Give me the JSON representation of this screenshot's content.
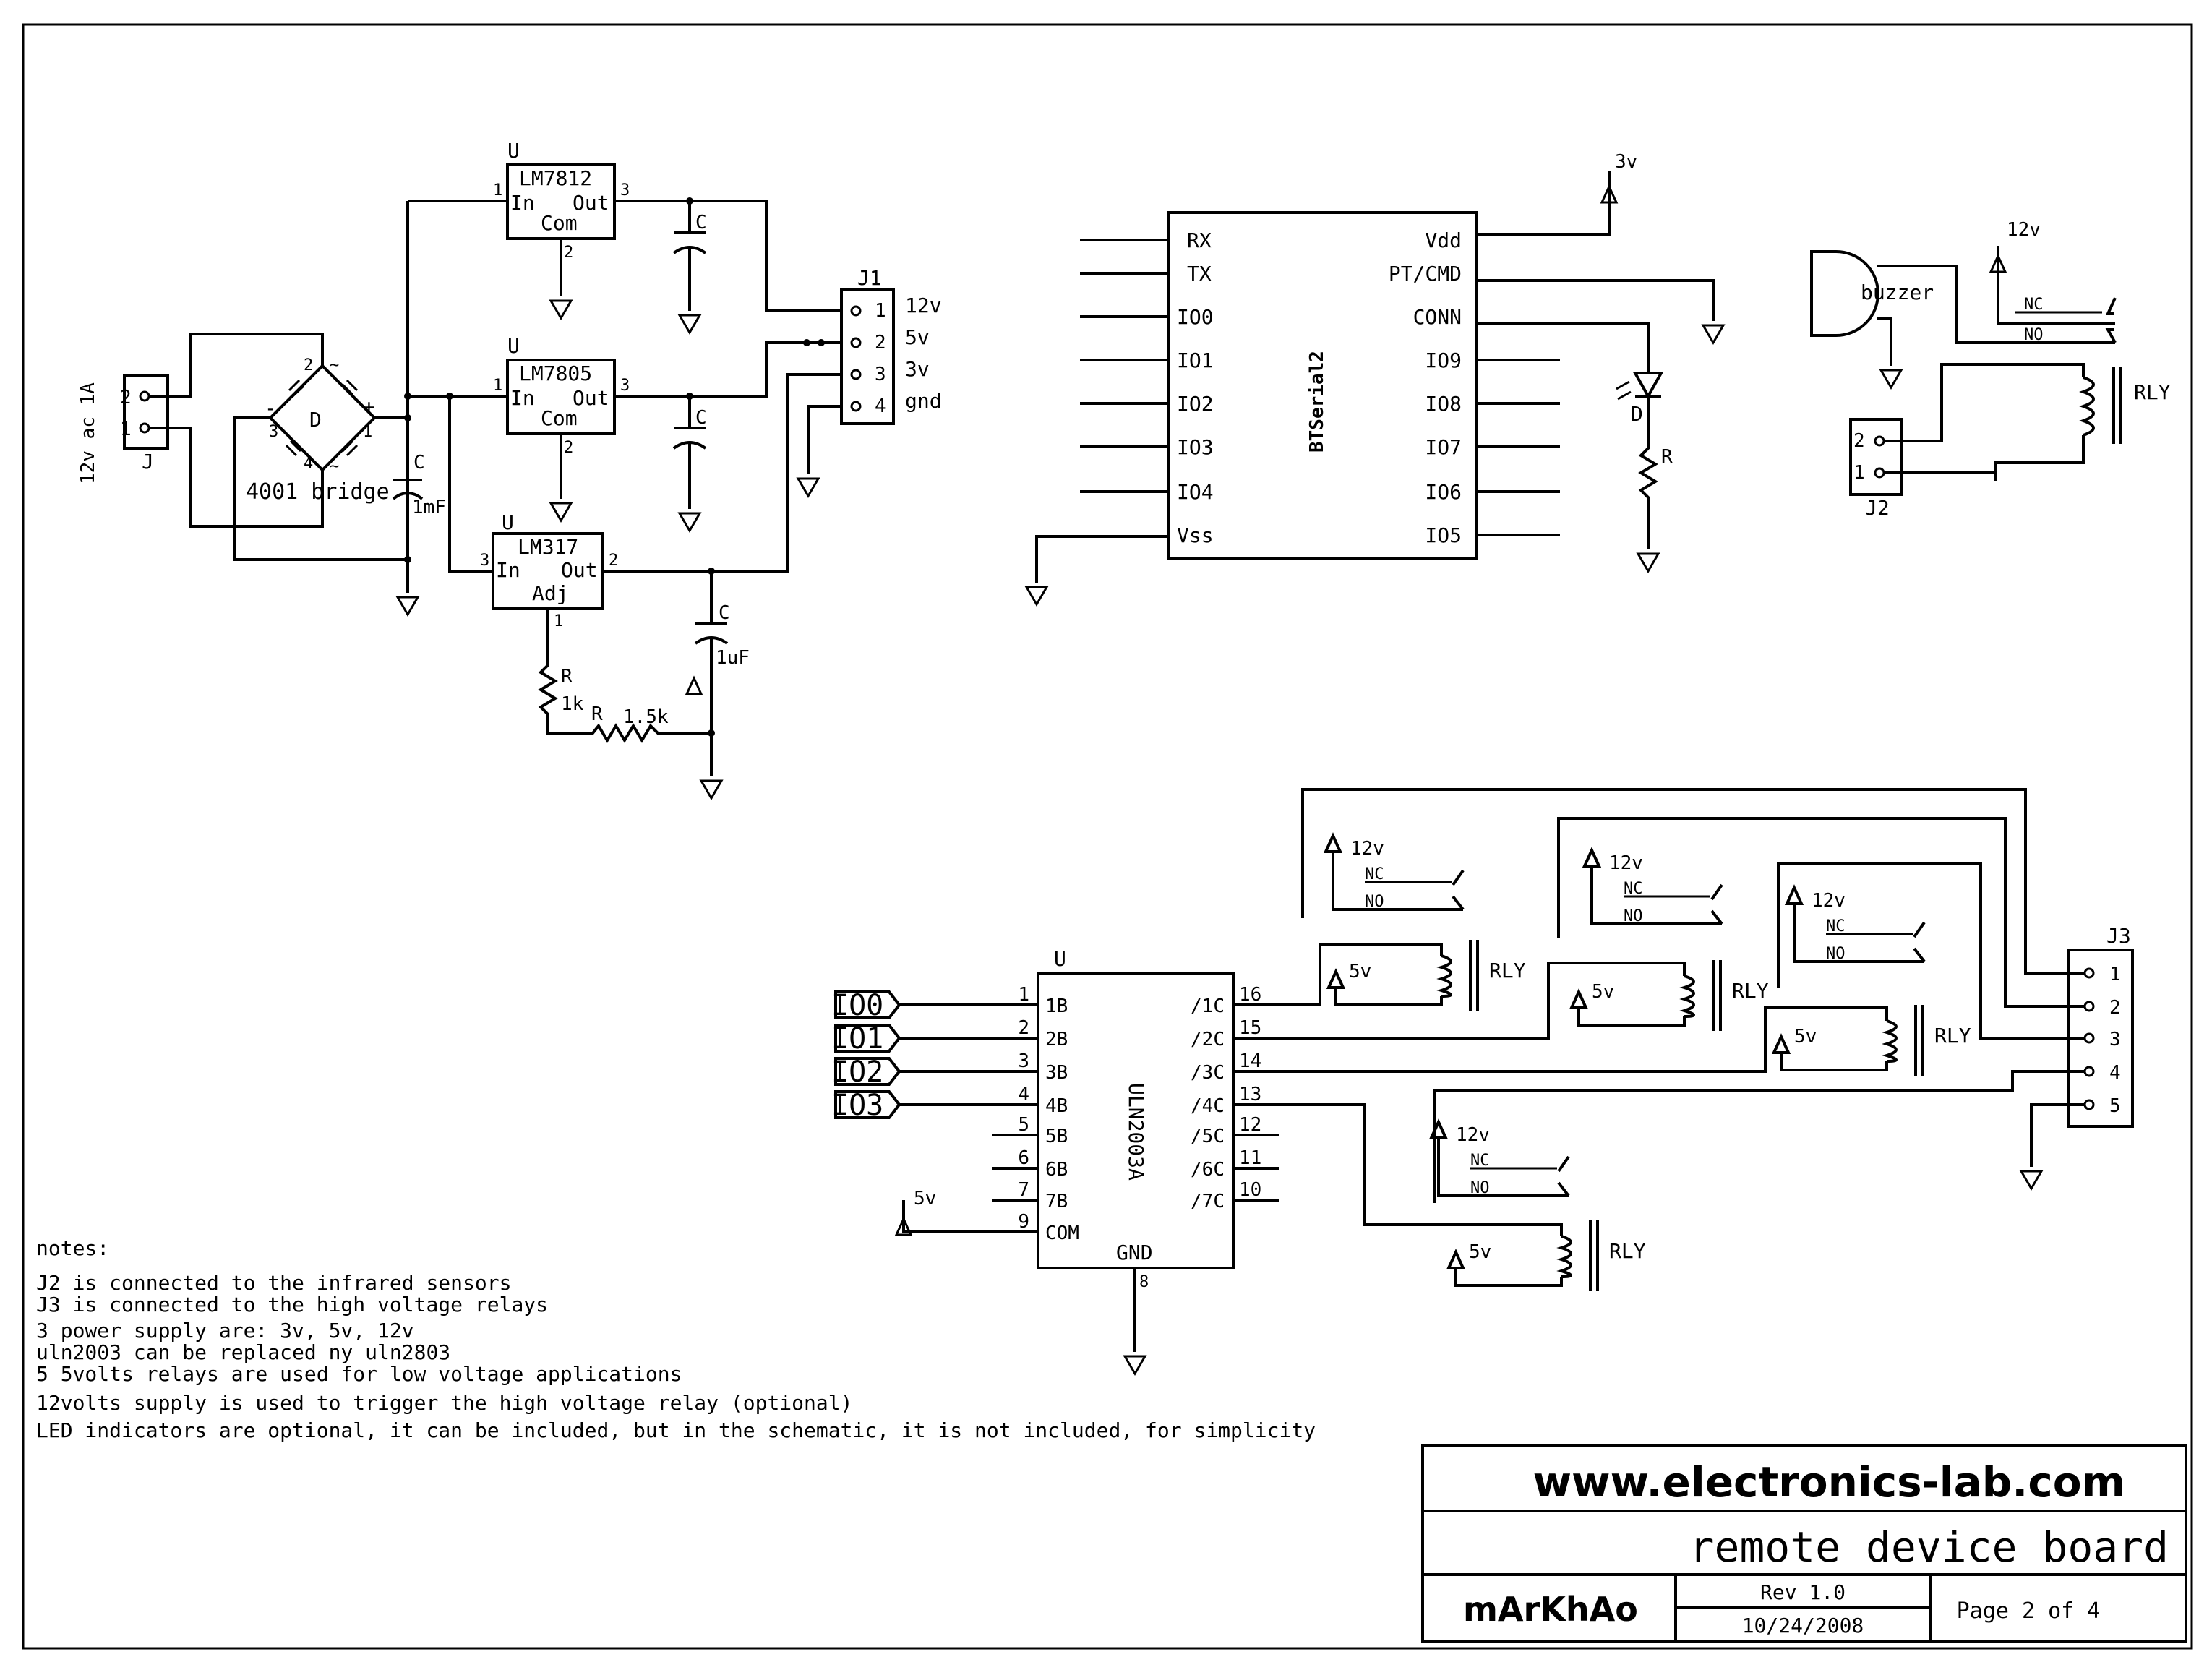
{
  "power": {
    "input_connector": {
      "ref": "J",
      "pins": [
        "2",
        "1"
      ],
      "label": "12v ac 1A"
    },
    "bridge": {
      "ref": "D",
      "label": "4001 bridge",
      "pin_marks": [
        "2",
        "~",
        "~",
        "-",
        "+",
        "3",
        "1",
        "4"
      ]
    },
    "filter_cap": {
      "ref": "C",
      "value": "1mF"
    },
    "reg_12": {
      "ref": "U",
      "part": "LM7812",
      "in": "In",
      "out": "Out",
      "com": "Com",
      "pin_in": "1",
      "pin_out": "3",
      "pin_com": "2",
      "cap": "C"
    },
    "reg_5": {
      "ref": "U",
      "part": "LM7805",
      "in": "In",
      "out": "Out",
      "com": "Com",
      "pin_in": "1",
      "pin_out": "3",
      "pin_com": "2",
      "cap": "C"
    },
    "reg_adj": {
      "ref": "U",
      "part": "LM317",
      "in": "In",
      "out": "Out",
      "adj": "Adj",
      "pin_in": "3",
      "pin_out": "2",
      "pin_adj": "1",
      "cap": "C",
      "cap_value": "1uF"
    },
    "r1": {
      "ref": "R",
      "value": "1k"
    },
    "r2": {
      "ref": "R",
      "value": "1.5k"
    },
    "j1": {
      "ref": "J1",
      "pins": [
        "1",
        "2",
        "3",
        "4"
      ],
      "labels": [
        "12v",
        "5v",
        "3v",
        "gnd"
      ]
    }
  },
  "bt": {
    "ref": "BTSerial2",
    "left_pins": [
      "RX",
      "TX",
      "IO0",
      "IO1",
      "IO2",
      "IO3",
      "IO4",
      "Vss"
    ],
    "right_pins": [
      "Vdd",
      "PT/CMD",
      "CONN",
      "IO9",
      "IO8",
      "IO7",
      "IO6",
      "IO5"
    ],
    "supply": "3v",
    "led": "D",
    "res": "R"
  },
  "buzzer": {
    "label": "buzzer",
    "supply": "12v",
    "nc": "NC",
    "no": "NO",
    "relay": "RLY",
    "j2": {
      "ref": "J2",
      "pins": [
        "2",
        "1"
      ]
    }
  },
  "uln": {
    "ref": "U",
    "part": "ULN2003A",
    "inputs": [
      {
        "num": "1",
        "name": "1B"
      },
      {
        "num": "2",
        "name": "2B"
      },
      {
        "num": "3",
        "name": "3B"
      },
      {
        "num": "4",
        "name": "4B"
      },
      {
        "num": "5",
        "name": "5B"
      },
      {
        "num": "6",
        "name": "6B"
      },
      {
        "num": "7",
        "name": "7B"
      },
      {
        "num": "9",
        "name": "COM"
      }
    ],
    "outputs": [
      {
        "num": "16",
        "name": "/1C"
      },
      {
        "num": "15",
        "name": "/2C"
      },
      {
        "num": "14",
        "name": "/3C"
      },
      {
        "num": "13",
        "name": "/4C"
      },
      {
        "num": "12",
        "name": "/5C"
      },
      {
        "num": "11",
        "name": "/6C"
      },
      {
        "num": "10",
        "name": "/7C"
      }
    ],
    "gnd": "GND",
    "gnd_pin": "8",
    "ports": [
      "IO0",
      "IO1",
      "IO2",
      "IO3"
    ],
    "com_supply": "5v"
  },
  "relays": {
    "coil_supply": "5v",
    "contact_supply": "12v",
    "nc": "NC",
    "no": "NO",
    "label": "RLY"
  },
  "j3": {
    "ref": "J3",
    "pins": [
      "1",
      "2",
      "3",
      "4",
      "5"
    ]
  },
  "notes": {
    "heading": "notes:",
    "lines": [
      "J2 is connected to the infrared sensors",
      "J3 is connected to the high voltage relays",
      "3 power supply are: 3v, 5v, 12v",
      "uln2003 can be replaced ny uln2803",
      "5 5volts relays are used for low voltage applications",
      "12volts supply is used to trigger the high voltage relay (optional)",
      "LED indicators are optional, it can be included, but in the schematic, it is not included, for simplicity"
    ]
  },
  "title_block": {
    "website": "www.electronics-lab.com",
    "title": "remote device board",
    "author": "mArKhAo",
    "rev": "Rev 1.0",
    "date": "10/24/2008",
    "page": "Page 2 of 4"
  }
}
